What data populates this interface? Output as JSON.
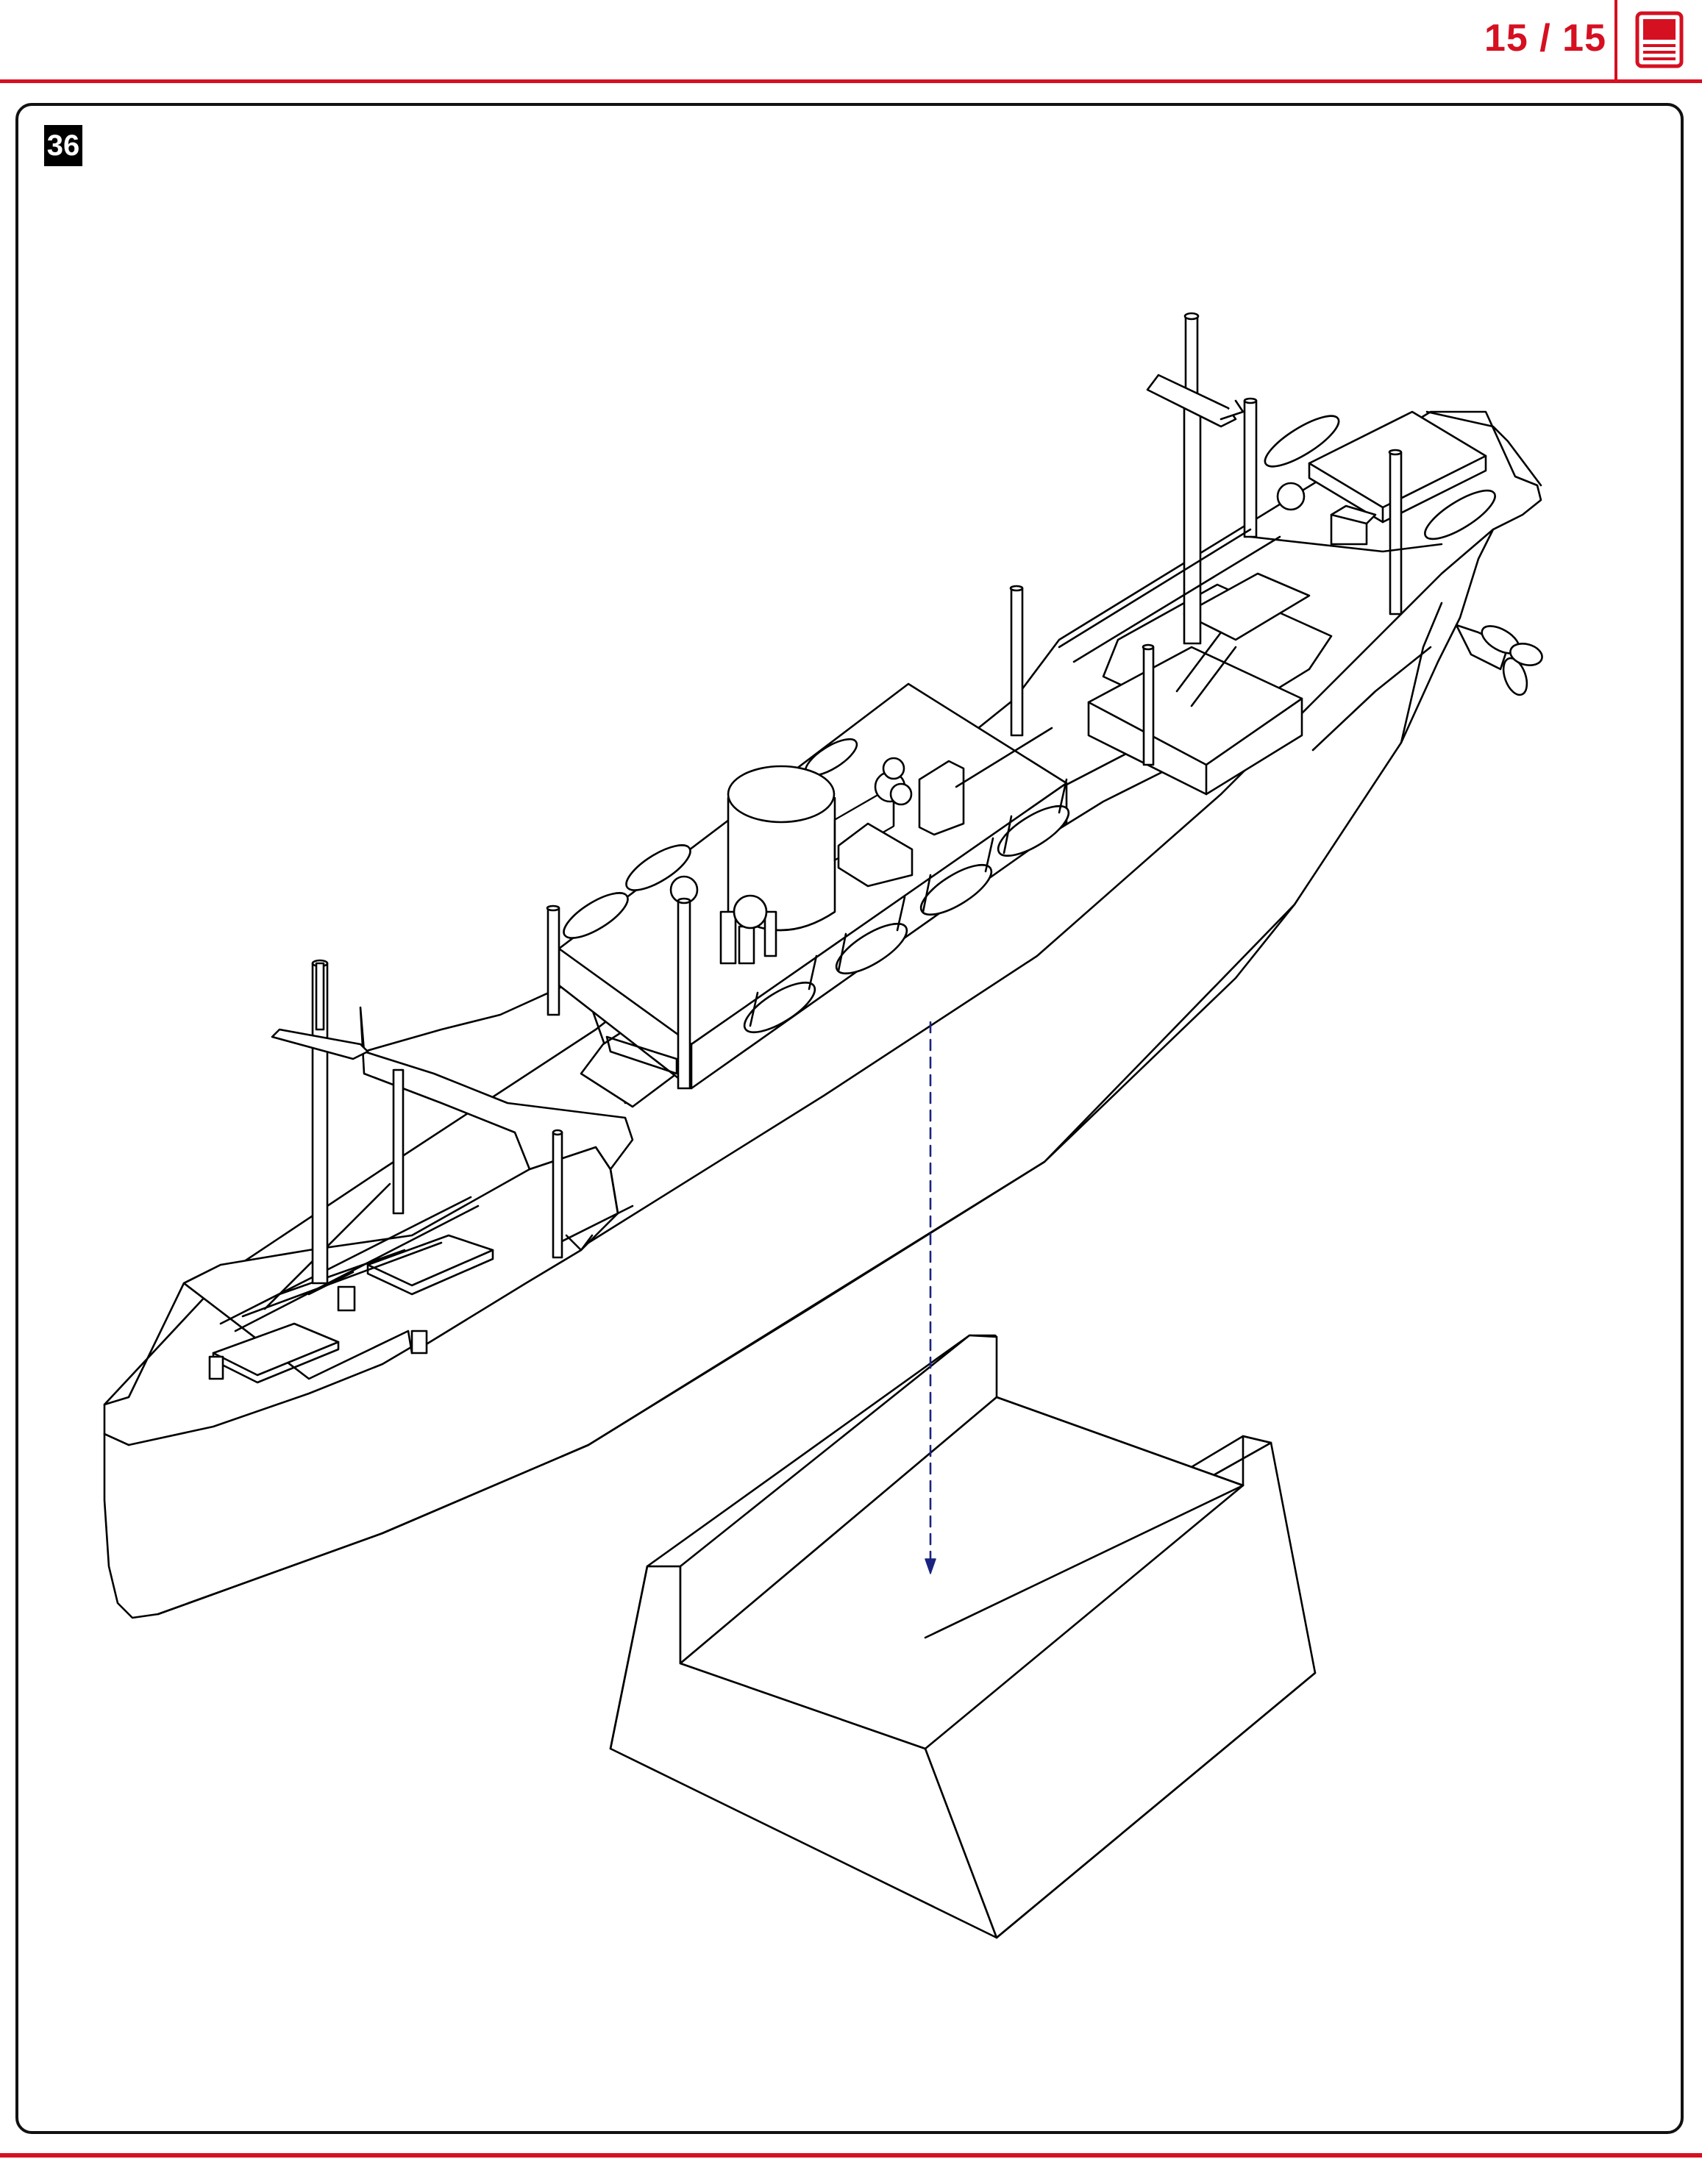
{
  "header": {
    "page_counter": "15 / 15",
    "icon": "document-icon",
    "accent_color": "#d51021"
  },
  "step": {
    "number": "36"
  },
  "illustration": {
    "subject": "ship-hull-and-display-stand",
    "arrow_color": "#1a237e"
  }
}
